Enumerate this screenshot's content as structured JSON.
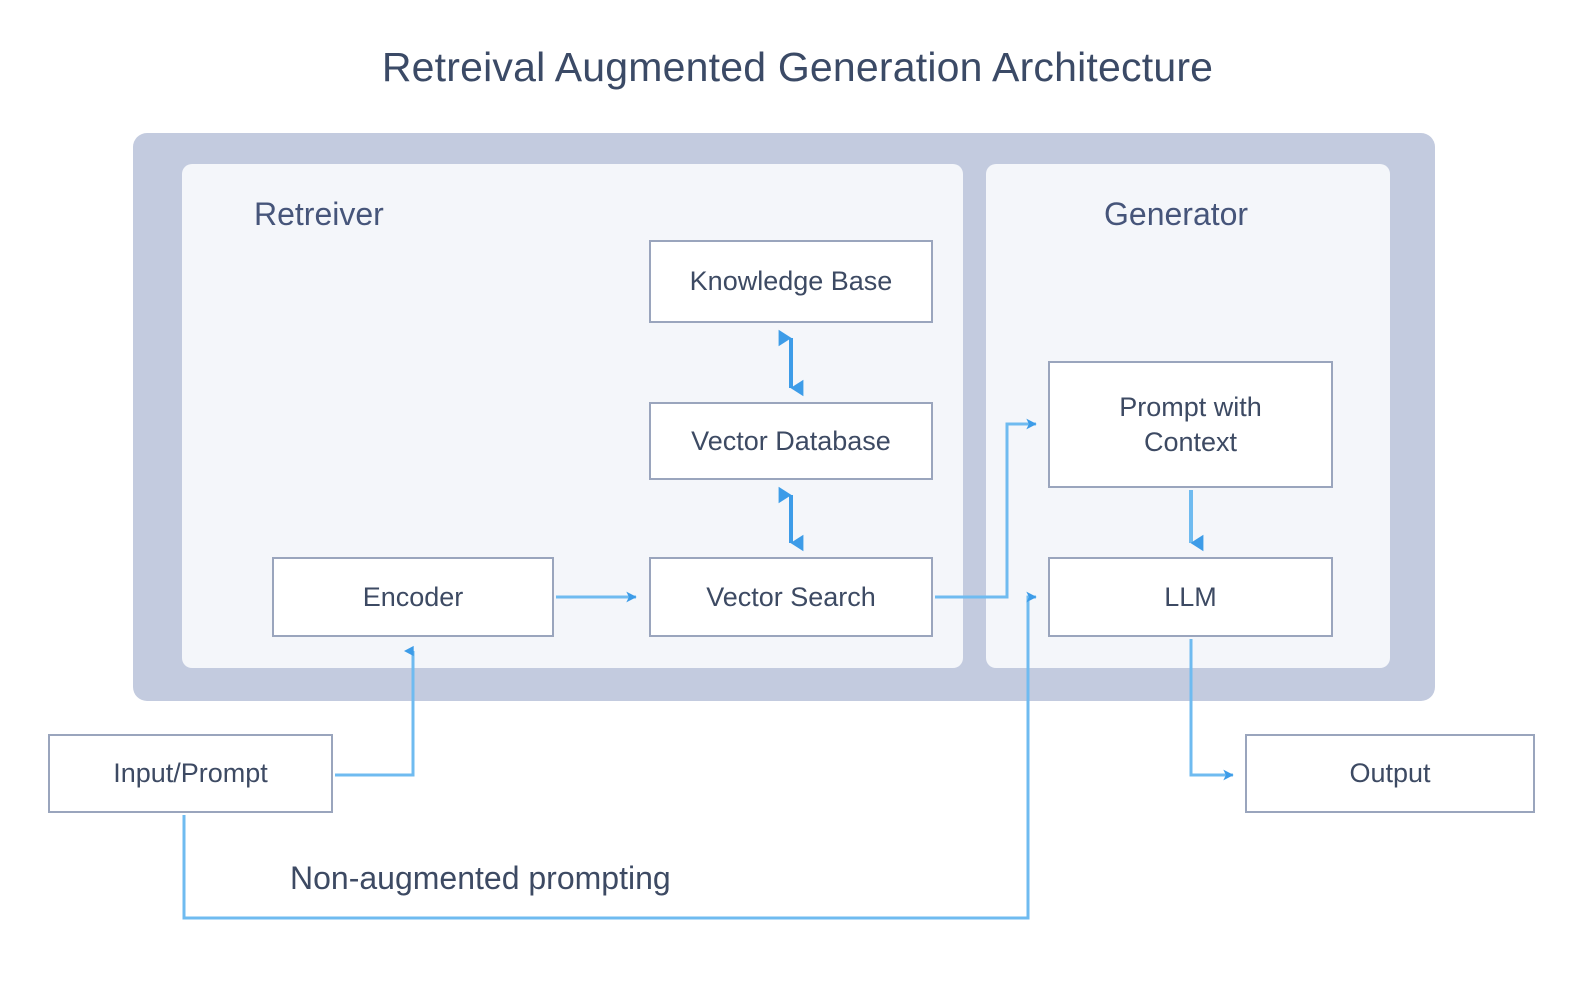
{
  "diagram": {
    "title": "Retreival Augmented Generation Architecture",
    "colors": {
      "title_text": "#3b4a66",
      "outer_container": "#c3cbdf",
      "panel_background": "#f4f6fa",
      "node_border": "#9aa5bd",
      "node_fill": "#ffffff",
      "node_text": "#3d4a63",
      "arrow_primary": "#3d9ce8",
      "arrow_secondary": "#8dc8f0",
      "page_background": "#ffffff"
    },
    "panels": [
      {
        "label": "Retreiver"
      },
      {
        "label": "Generator"
      }
    ],
    "nodes": [
      {
        "id": "knowledge-base",
        "label": "Knowledge Base"
      },
      {
        "id": "vector-database",
        "label": "Vector Database"
      },
      {
        "id": "encoder",
        "label": "Encoder"
      },
      {
        "id": "vector-search",
        "label": "Vector Search"
      },
      {
        "id": "prompt-context",
        "label": "Prompt with\nContext"
      },
      {
        "id": "prompt-context-line1",
        "label": "Prompt with"
      },
      {
        "id": "prompt-context-line2",
        "label": "Context"
      },
      {
        "id": "llm",
        "label": "LLM"
      },
      {
        "id": "input-prompt",
        "label": "Input/Prompt"
      },
      {
        "id": "output",
        "label": "Output"
      }
    ],
    "annotations": [
      {
        "id": "non-augmented-prompting",
        "label": "Non-augmented prompting"
      }
    ],
    "edges": [
      {
        "from": "knowledge-base",
        "to": "vector-database",
        "style": "bidirectional"
      },
      {
        "from": "vector-database",
        "to": "vector-search",
        "style": "bidirectional"
      },
      {
        "from": "encoder",
        "to": "vector-search",
        "style": "arrow"
      },
      {
        "from": "vector-search",
        "to": "prompt-context",
        "style": "arrow"
      },
      {
        "from": "prompt-context",
        "to": "llm",
        "style": "arrow"
      },
      {
        "from": "input-prompt",
        "to": "encoder",
        "style": "arrow"
      },
      {
        "from": "input-prompt",
        "to": "llm",
        "style": "arrow",
        "label": "Non-augmented prompting"
      },
      {
        "from": "llm",
        "to": "output",
        "style": "arrow"
      }
    ]
  }
}
